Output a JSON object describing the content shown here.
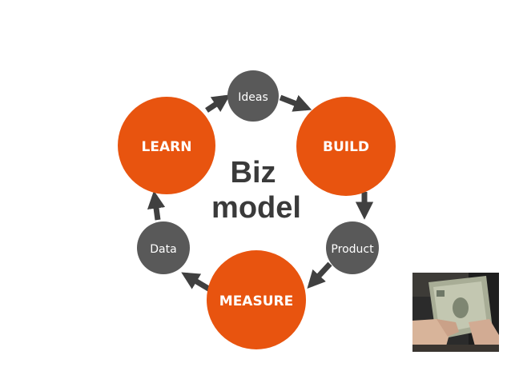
{
  "diagram": {
    "center": {
      "line1": "Biz",
      "line2": "model"
    },
    "nodes": {
      "ideas": "Ideas",
      "build": "BUILD",
      "product": "Product",
      "measure": "MEASURE",
      "data": "Data",
      "learn": "LEARN"
    }
  },
  "colors": {
    "orange": "#E8540F",
    "gray": "#595959",
    "node_text_on_gray": "#ffffff",
    "node_text_on_orange": "#ffffff",
    "arrow": "#404040",
    "center_text": "#3a3a3a"
  },
  "photo": {
    "icon": "dollar-bill-photo"
  }
}
